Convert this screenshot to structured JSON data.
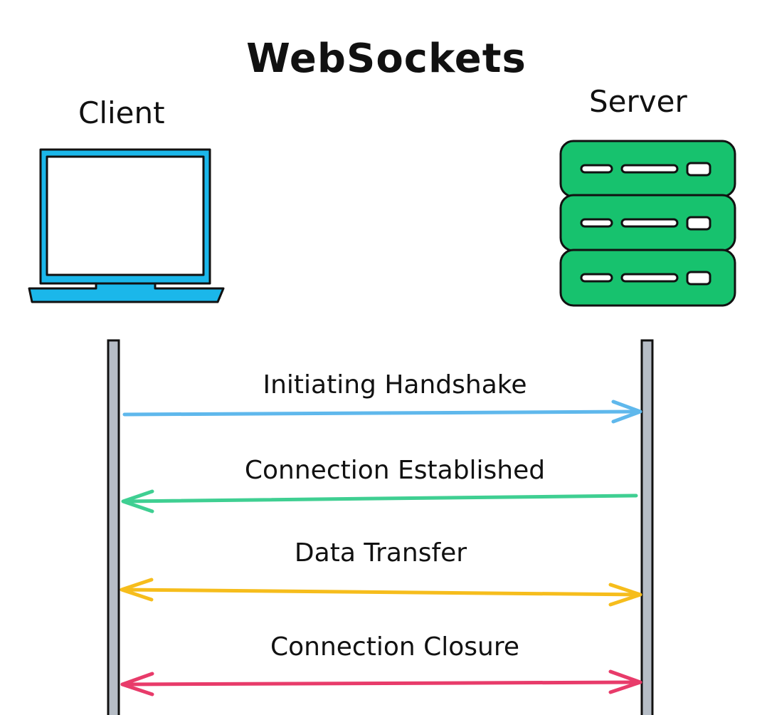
{
  "title": "WebSockets",
  "client": {
    "label": "Client",
    "icon": "laptop-icon",
    "color": "#1bb7ea"
  },
  "server": {
    "label": "Server",
    "icon": "server-rack-icon",
    "color": "#17c26e"
  },
  "lifeline_color": "#b6bdc6",
  "messages": [
    {
      "label": "Initiating Handshake",
      "direction": "client-to-server",
      "color": "#5fb8ec"
    },
    {
      "label": "Connection Established",
      "direction": "server-to-client",
      "color": "#3fcf92"
    },
    {
      "label": "Data Transfer",
      "direction": "bidirectional",
      "color": "#f6bd1c"
    },
    {
      "label": "Connection Closure",
      "direction": "bidirectional",
      "color": "#e83b6a"
    }
  ]
}
